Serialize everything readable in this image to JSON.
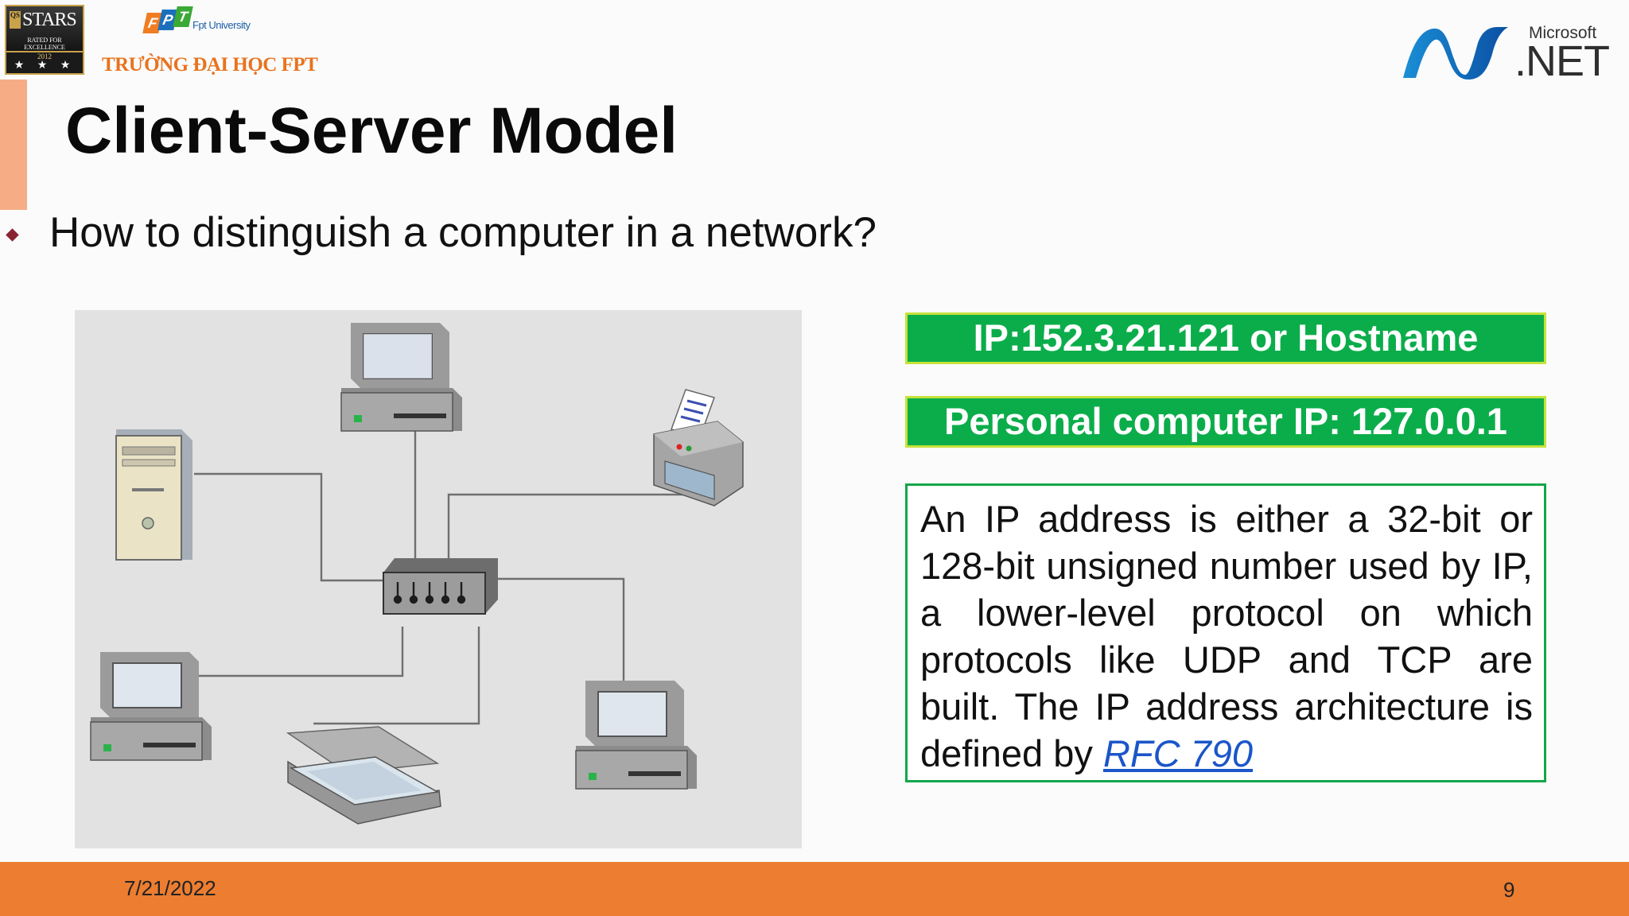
{
  "logos": {
    "stars": {
      "badge": "QS",
      "title": "STARS",
      "subtitle": "RATED FOR EXCELLENCE",
      "year": "2012",
      "stars_row": "★ ★ ★"
    },
    "fpt": {
      "letters": [
        "F",
        "P",
        "T"
      ],
      "university": "Fpt University",
      "name": "TRƯỜNG ĐẠI HỌC FPT"
    },
    "dotnet": {
      "company": "Microsoft",
      "product": ".NET"
    }
  },
  "title": "Client-Server Model",
  "bullet": "How to distinguish a computer in a network?",
  "boxes": {
    "ip": "IP:152.3.21.121 or Hostname",
    "personal_ip": "Personal computer IP: 127.0.0.1",
    "description": "An IP address is either a 32-bit or 128-bit unsigned number used by IP, a lower-level protocol on which protocols like UDP and TCP are built. The IP address architecture is defined by",
    "link": "RFC 790"
  },
  "footer": {
    "date": "7/21/2022",
    "page": "9"
  },
  "colors": {
    "accent_orange": "#ec7d31",
    "green_box": "#0bad4a",
    "bullet": "#8a2433",
    "link": "#1b56c9"
  }
}
